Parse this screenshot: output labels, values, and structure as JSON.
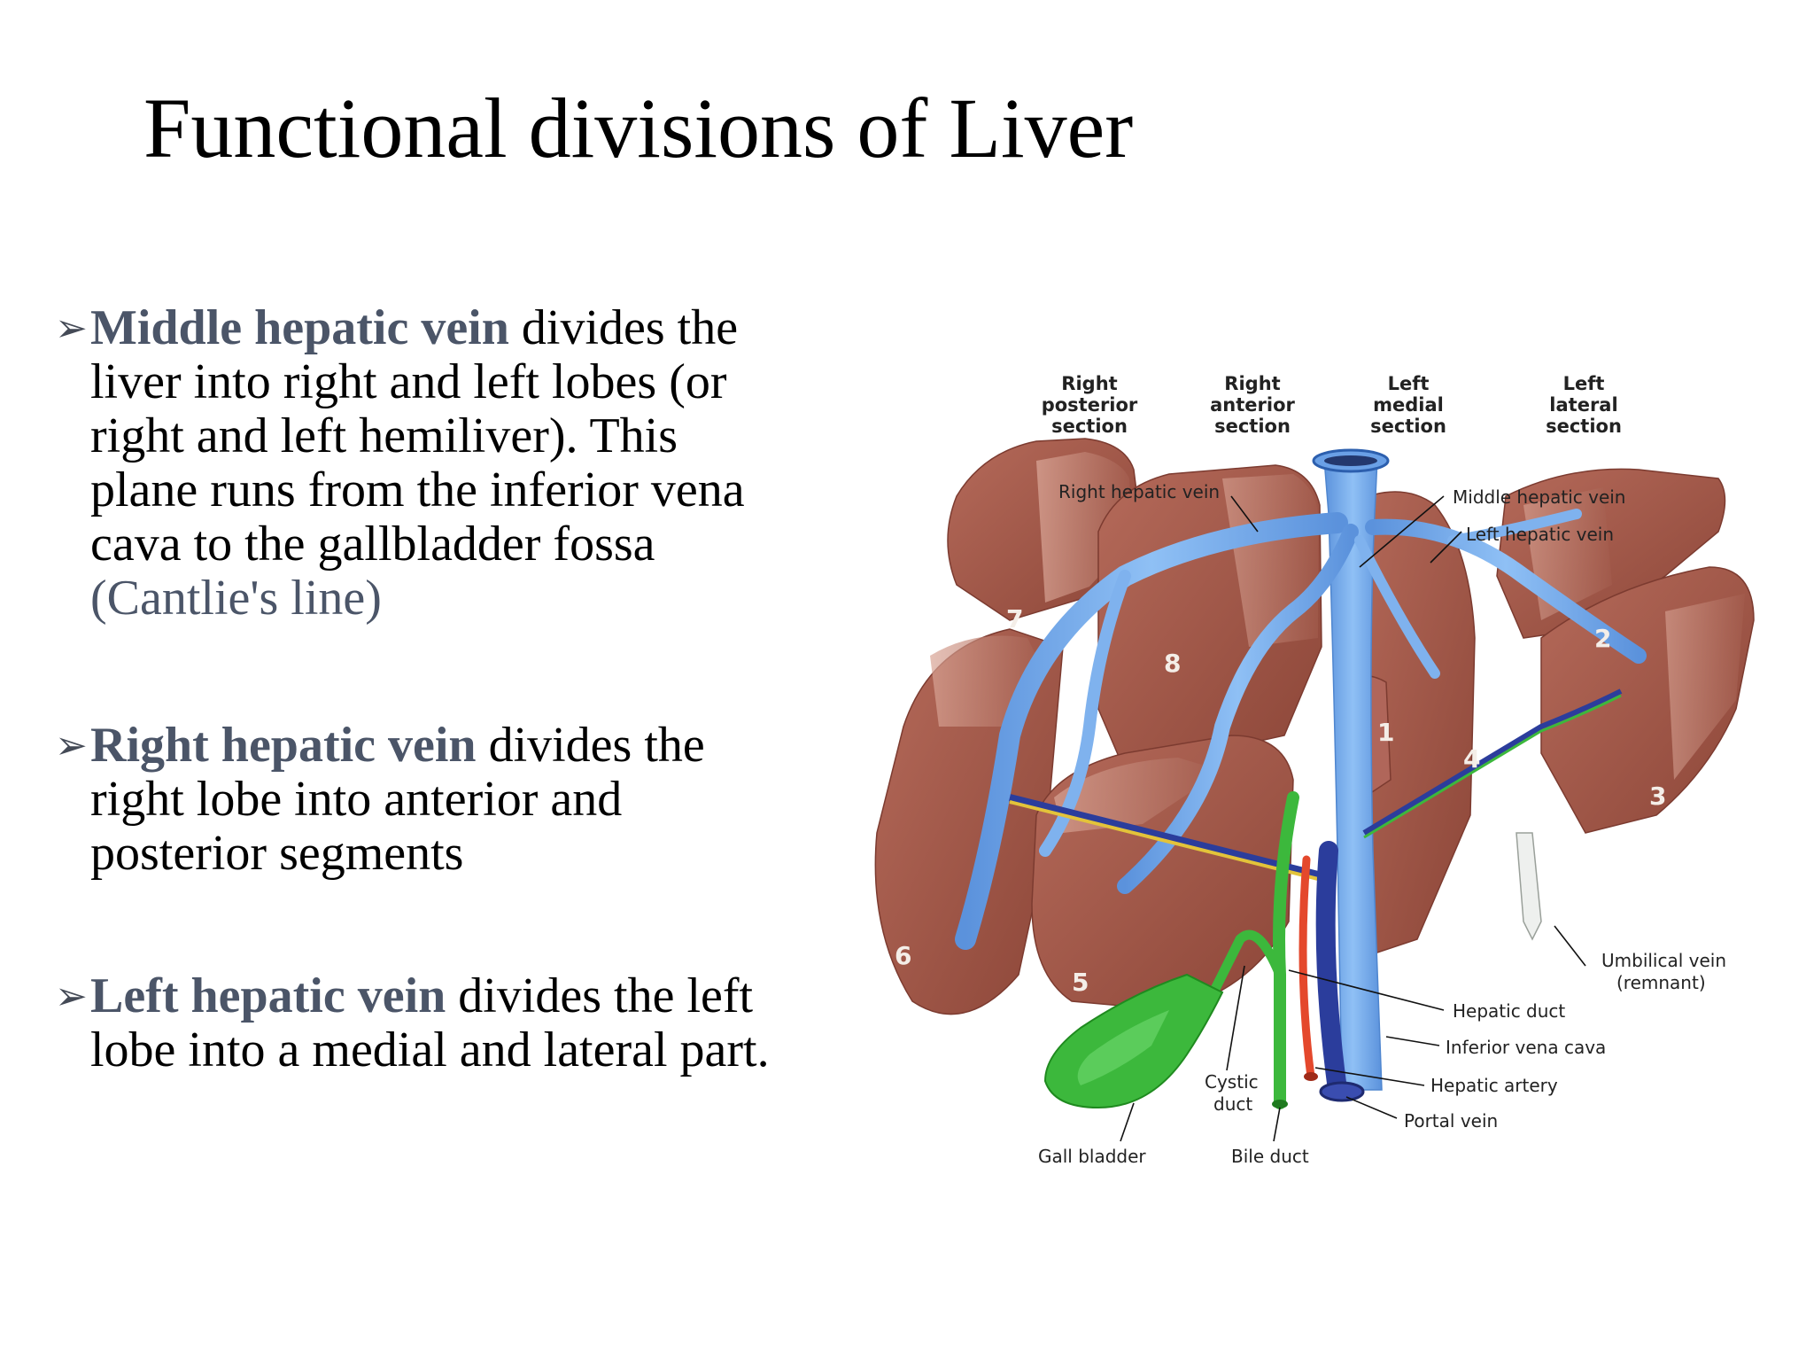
{
  "title": "Functional divisions of Liver",
  "bullets": [
    {
      "highlight": "Middle hepatic vein",
      "text": " divides the liver into right and left lobes (or right and left hemiliver). This plane runs from the inferior vena cava to the gallbladder fossa ",
      "extra": "(Cantlie's line)"
    },
    {
      "highlight": "Right hepatic vein",
      "text": " divides the right lobe into anterior and posterior segments",
      "extra": ""
    },
    {
      "highlight": "Left hepatic vein",
      "text": " divides the left lobe into a medial and lateral part.",
      "extra": ""
    }
  ],
  "figure": {
    "sections": [
      {
        "l1": "Right",
        "l2": "posterior",
        "l3": "section"
      },
      {
        "l1": "Right",
        "l2": "anterior",
        "l3": "section"
      },
      {
        "l1": "Left",
        "l2": "medial",
        "l3": "section"
      },
      {
        "l1": "Left",
        "l2": "lateral",
        "l3": "section"
      }
    ],
    "labels": {
      "right_hepatic_vein": "Right hepatic vein",
      "middle_hepatic_vein": "Middle hepatic vein",
      "left_hepatic_vein": "Left hepatic vein",
      "umbilical_vein_1": "Umbilical vein",
      "umbilical_vein_2": "(remnant)",
      "hepatic_duct": "Hepatic duct",
      "inferior_vena_cava": "Inferior vena cava",
      "hepatic_artery": "Hepatic artery",
      "portal_vein": "Portal vein",
      "cystic_duct_1": "Cystic",
      "cystic_duct_2": "duct",
      "gall_bladder": "Gall bladder",
      "bile_duct": "Bile duct"
    },
    "segments": [
      "1",
      "2",
      "3",
      "4",
      "5",
      "6",
      "7",
      "8"
    ],
    "colors": {
      "liver": "#a2594a",
      "liver_dark": "#7c3b30",
      "liver_light": "#c98878",
      "vein": "#7fb2ee",
      "vein_dark": "#4f86cf",
      "gallbladder": "#3cb83c",
      "artery": "#e4482c",
      "portal": "#2b3d9c"
    }
  }
}
